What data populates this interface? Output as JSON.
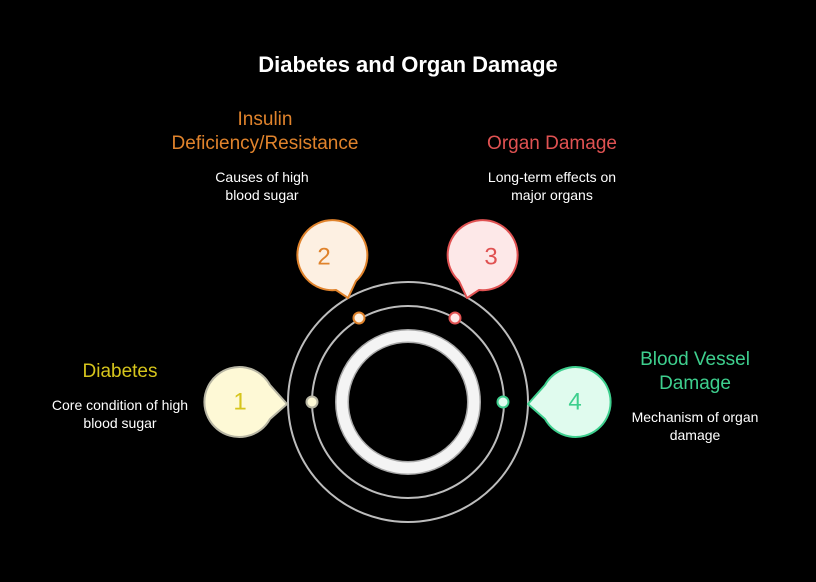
{
  "title": "Diabetes and Organ Damage",
  "steps": [
    {
      "number": "1",
      "heading": "Diabetes",
      "description": "Core condition of high blood sugar",
      "color": "#d6c51c",
      "fill": "#fef9d6",
      "stroke": "#b8b6a4"
    },
    {
      "number": "2",
      "heading": "Insulin Deficiency/Resistance",
      "description": "Causes of high blood sugar",
      "color": "#e0832c",
      "fill": "#fdf0e2",
      "stroke": "#e0832c"
    },
    {
      "number": "3",
      "heading": "Organ Damage",
      "description": "Long-term effects on major organs",
      "color": "#e05252",
      "fill": "#fde8e8",
      "stroke": "#e05252"
    },
    {
      "number": "4",
      "heading": "Blood Vessel Damage",
      "description": "Mechanism of organ damage",
      "color": "#3ecf8e",
      "fill": "#e0fbee",
      "stroke": "#3ecf8e"
    }
  ]
}
